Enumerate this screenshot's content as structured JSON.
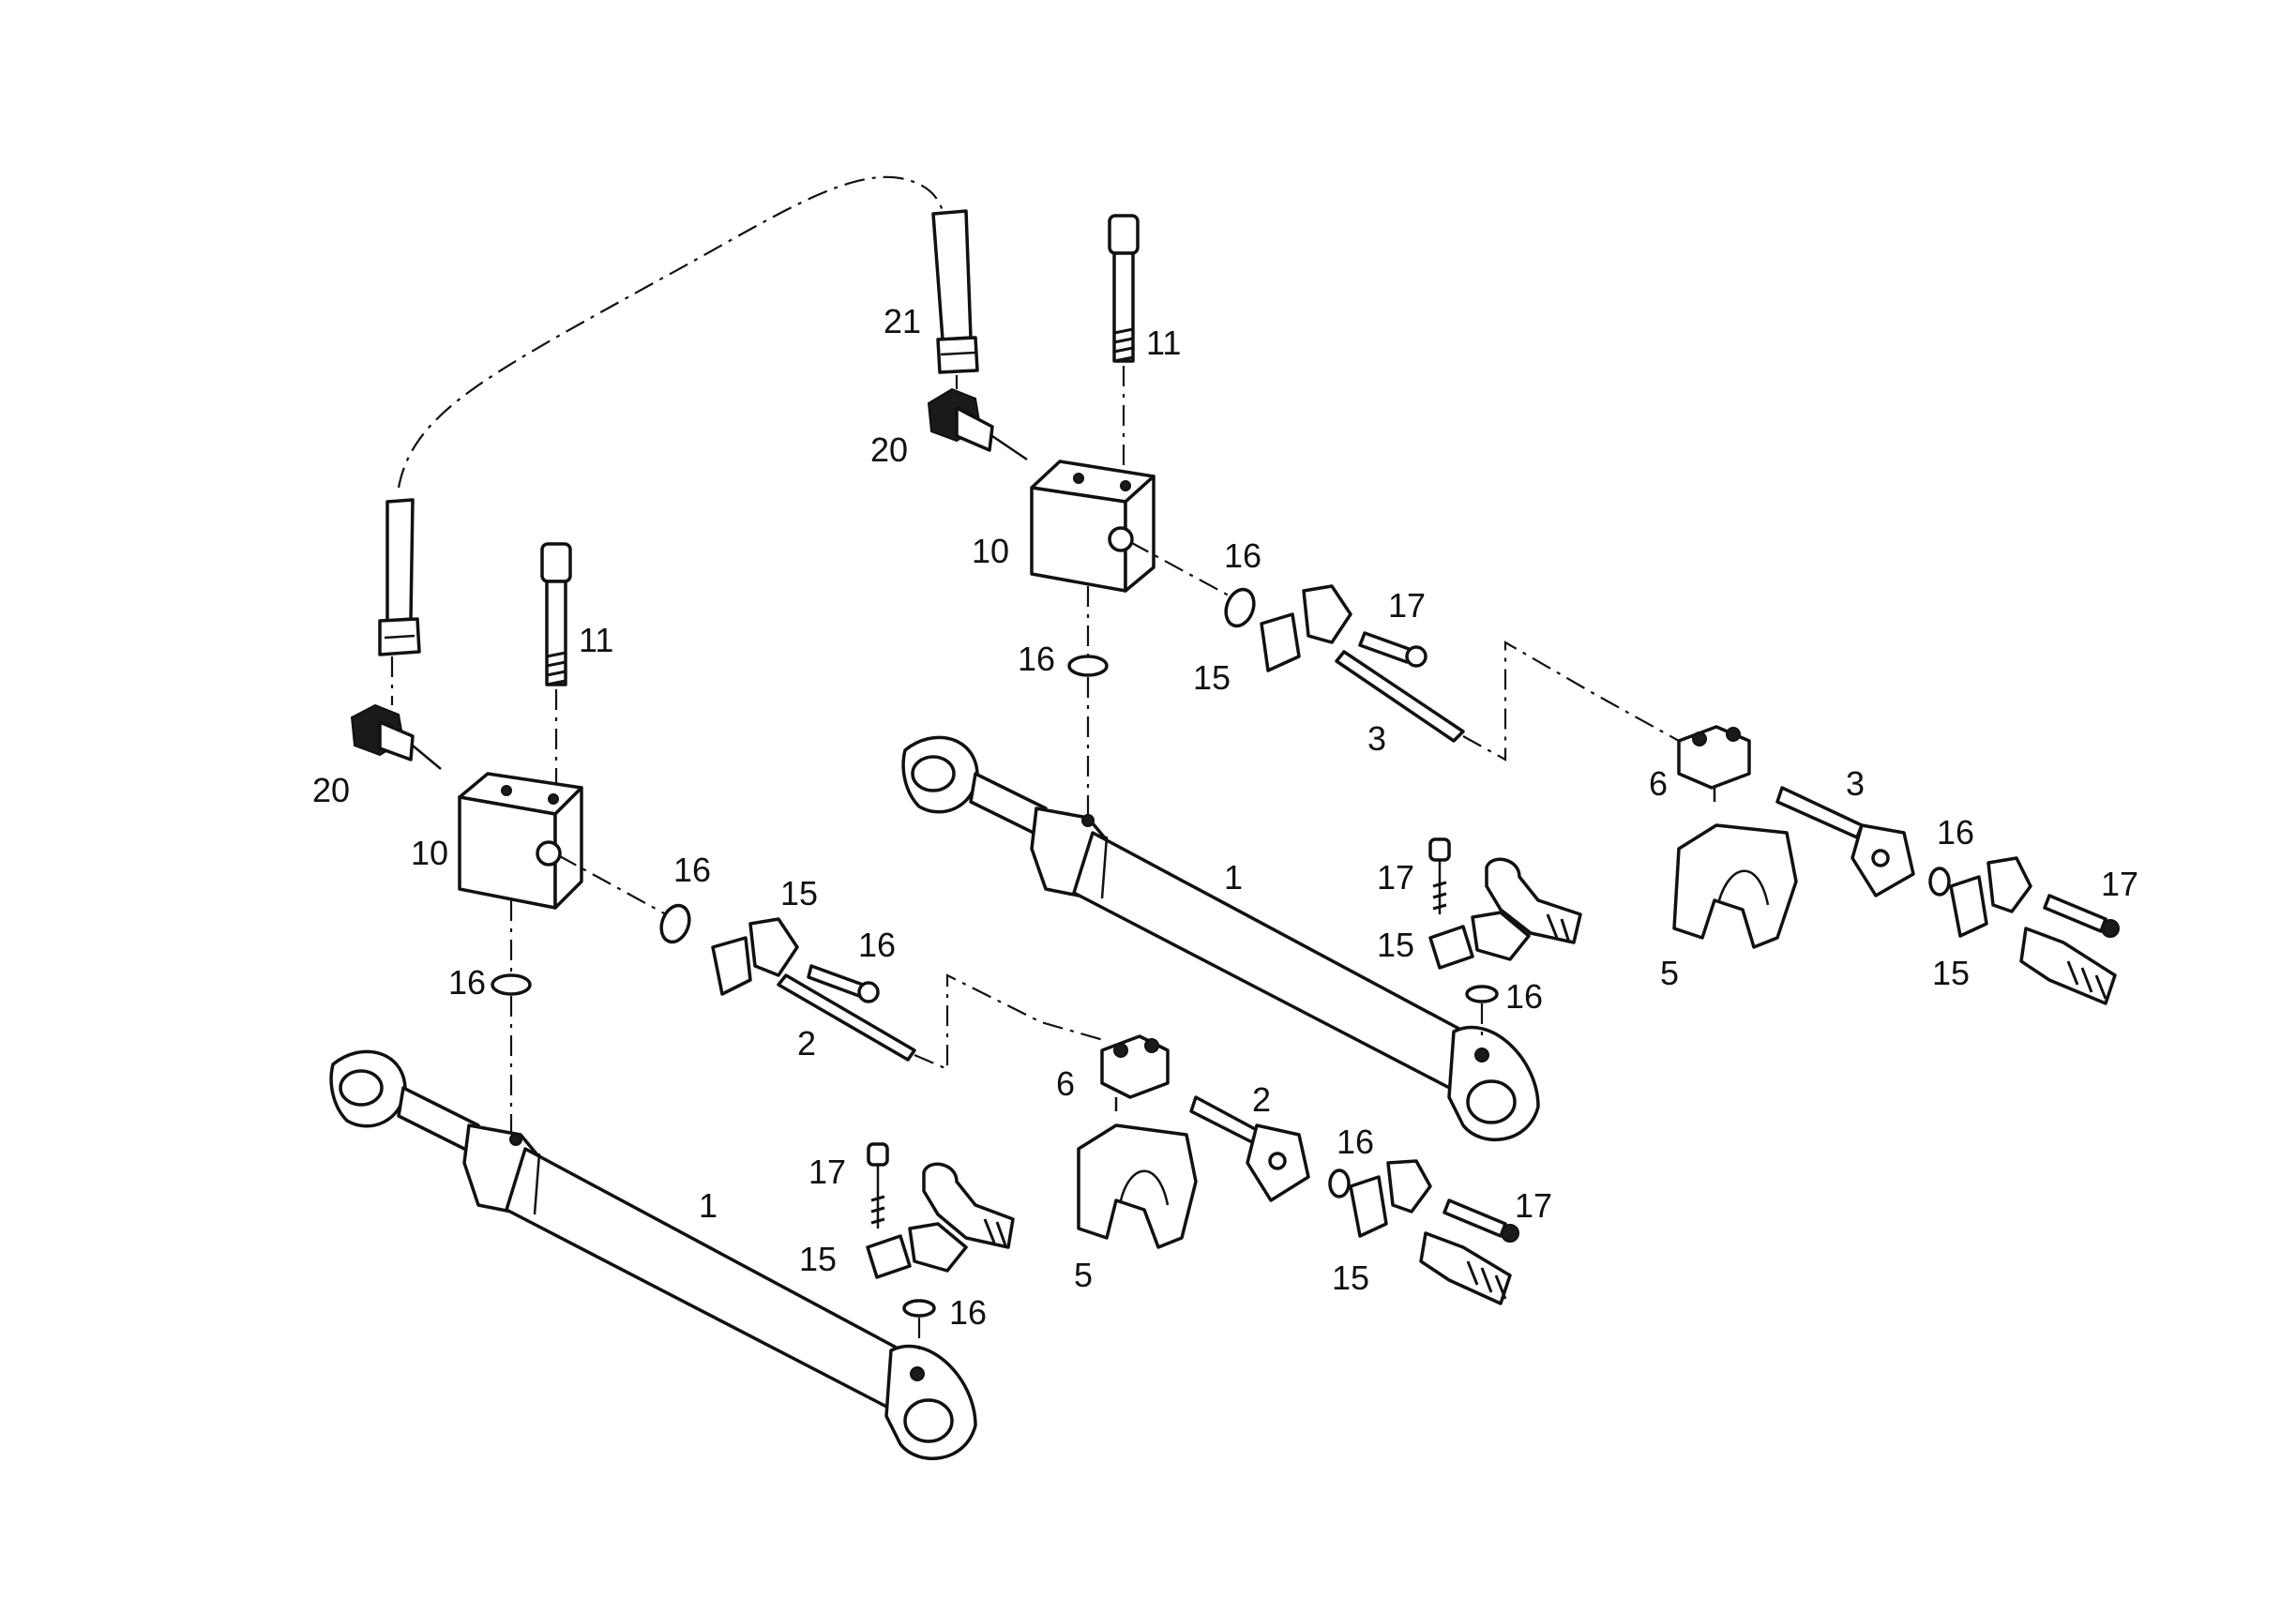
{
  "callouts": {
    "left_assembly": {
      "cylinder": "1",
      "pin": "2",
      "clamp_lower": "5",
      "clamp_upper": "6",
      "valve_block": "10",
      "bolt_top": "11",
      "washer_pin": "16",
      "seal_block": "16",
      "bolt_small": "16",
      "retainer_a": "15",
      "retainer_b": "15",
      "retainer_c": "15",
      "screw_a": "17",
      "screw_b": "17",
      "ring_end": "16",
      "ring_b": "16",
      "fitting": "20"
    },
    "right_assembly": {
      "cylinder": "1",
      "pin": "3",
      "pin_b": "3",
      "clamp_lower": "5",
      "clamp_upper": "6",
      "valve_block": "10",
      "bolt_top": "11",
      "seal_a": "16",
      "seal_b": "16",
      "ring_end": "16",
      "ring_flange": "16",
      "retainer_a": "15",
      "retainer_b": "15",
      "retainer_c": "15",
      "screw_a": "17",
      "screw_b": "17",
      "screw_c": "17",
      "fitting": "20",
      "hose": "21",
      "pin_c": "2"
    }
  },
  "colors": {
    "ink": "#111111",
    "paper": "#ffffff"
  }
}
